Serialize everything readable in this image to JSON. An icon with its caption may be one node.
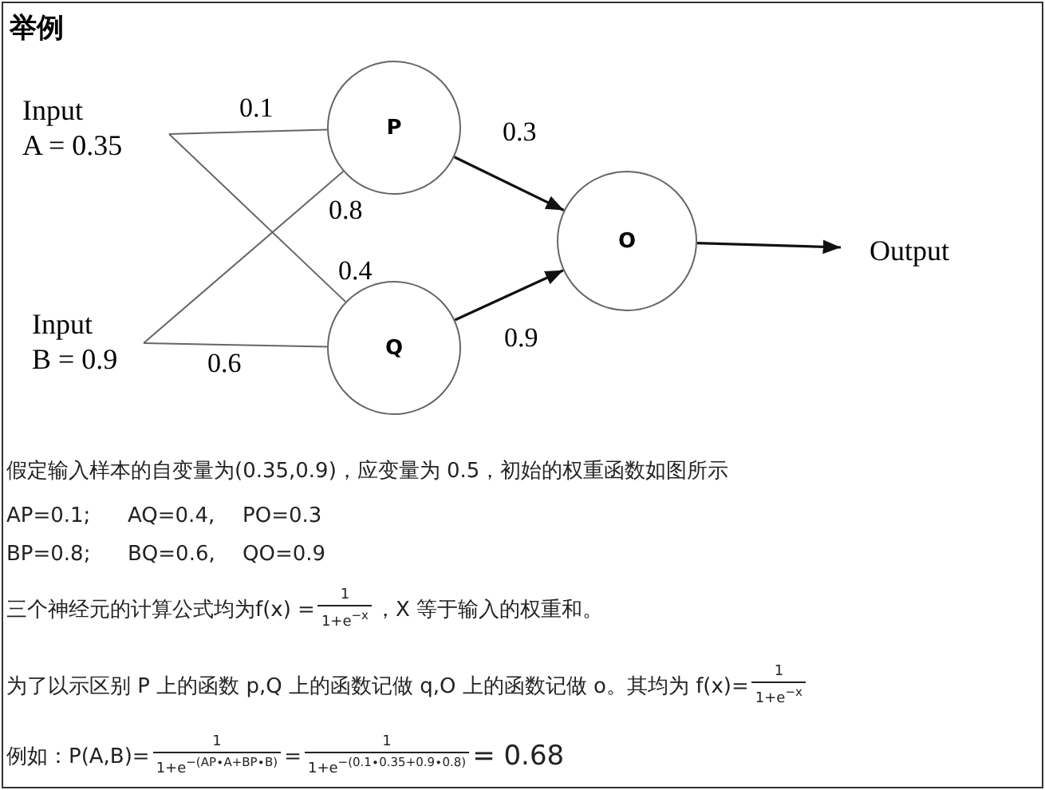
{
  "diagram": {
    "title": "举例",
    "nodes": [
      {
        "text": [
          "Input",
          "A = 0.35"
        ]
      },
      {
        "text": [
          "Input",
          "B = 0.9"
        ]
      },
      {
        "text": [
          "P"
        ]
      },
      {
        "text": [
          "Q"
        ]
      },
      {
        "text": [
          "O"
        ]
      },
      {
        "text": [
          "Output"
        ]
      }
    ],
    "edges": [
      {
        "from": 0,
        "to": 2,
        "arrow": "none",
        "label": "0.1"
      },
      {
        "from": 0,
        "to": 3,
        "arrow": "none",
        "label": "0.4"
      },
      {
        "from": 1,
        "to": 2,
        "arrow": "none",
        "label": "0.8"
      },
      {
        "from": 1,
        "to": 3,
        "arrow": "none",
        "label": "0.6"
      },
      {
        "from": 2,
        "to": 4,
        "arrow": "to",
        "label": "0.3"
      },
      {
        "from": 3,
        "to": 4,
        "arrow": "to",
        "label": "0.9"
      },
      {
        "from": 4,
        "to": 5,
        "arrow": "to"
      }
    ],
    "labels": [
      "假定输入样本的自变量为(0.35,0.9)，应变量为 0.5，初始的权重函数如图所示",
      "AP=0.1;",
      "AQ=0.4,",
      "PO=0.3",
      "BP=0.8;",
      "BQ=0.6,",
      "QO=0.9",
      "三个神经元的计算公式均为f(x) =",
      "1",
      "1+e$^{−x}$",
      "，X 等于输入的权重和。",
      "为了以示区别 P 上的函数 p,Q 上的函数记做 q,O 上的函数记做 o。其均为 f(x)=",
      "1",
      "1+e$^{−x}$",
      "例如：P(A,B)=",
      "1",
      "1+e$^{−(AP∙A+BP∙B)}$",
      "=",
      "1",
      "1+e$^{−(0.1∙0.35+0.9∙0.8)}$",
      "= 0.68"
    ]
  }
}
